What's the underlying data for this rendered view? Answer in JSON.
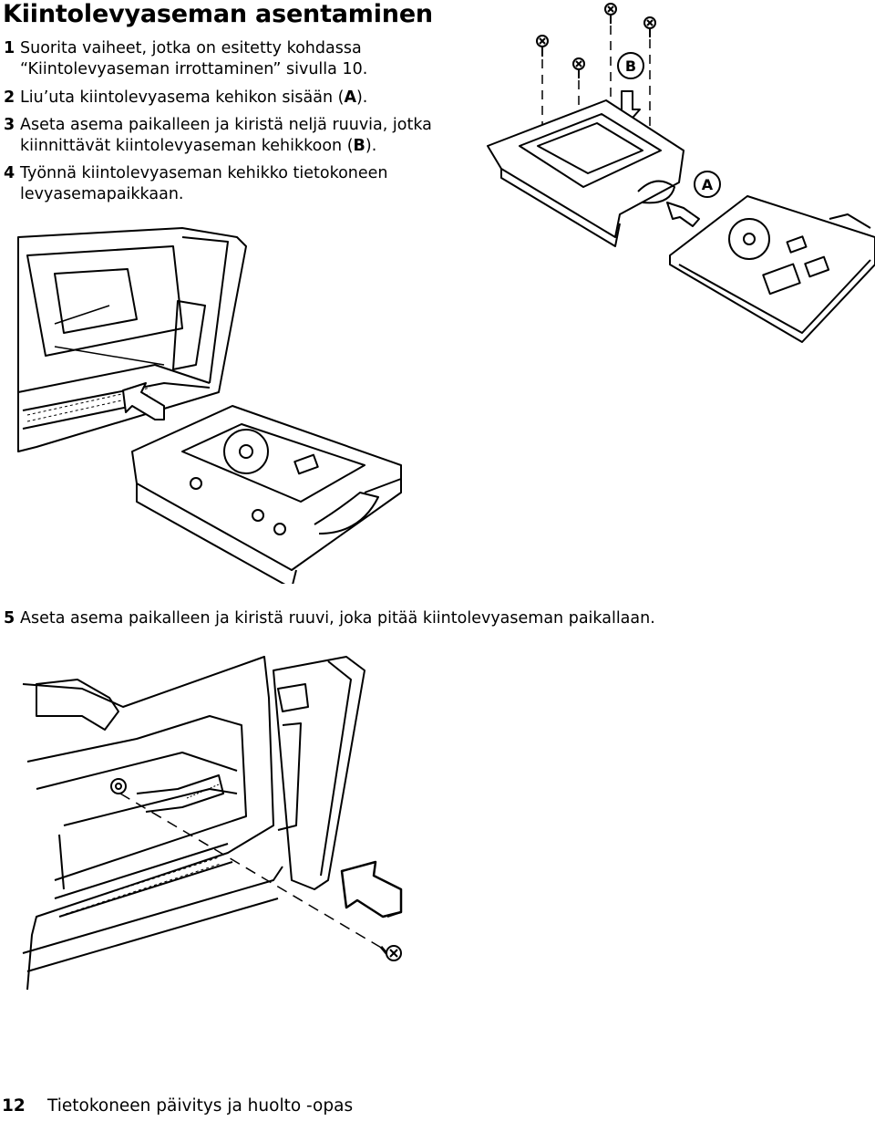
{
  "page": {
    "title": "Kiintolevyaseman asentaminen",
    "steps": [
      {
        "num": "1",
        "line1": "Suorita vaiheet, jotka on esitetty kohdassa",
        "line2": "“Kiintolevyaseman irrottaminen” sivulla 10."
      },
      {
        "num": "2",
        "text_before": "Liu’uta kiintolevyasema kehikon sisään (",
        "bold": "A",
        "text_after": ")."
      },
      {
        "num": "3",
        "line1": "Aseta asema paikalleen ja kiristä neljä ruuvia, jotka",
        "line2_before": "kiinnittävät kiintolevyaseman kehikkoon (",
        "bold": "B",
        "line2_after": ")."
      },
      {
        "num": "4",
        "line1": "Työnnä kiintolevyaseman kehikko tietokoneen",
        "line2": "levyasemapaikkaan."
      },
      {
        "num": "5",
        "text": "Aseta asema paikalleen ja kiristä ruuvi, joka pitää kiintolevyaseman paikallaan."
      }
    ],
    "figure_labels": {
      "a": "A",
      "b": "B"
    },
    "footer": {
      "page_number": "12",
      "text": "Tietokoneen päivitys ja huolto -opas"
    }
  }
}
